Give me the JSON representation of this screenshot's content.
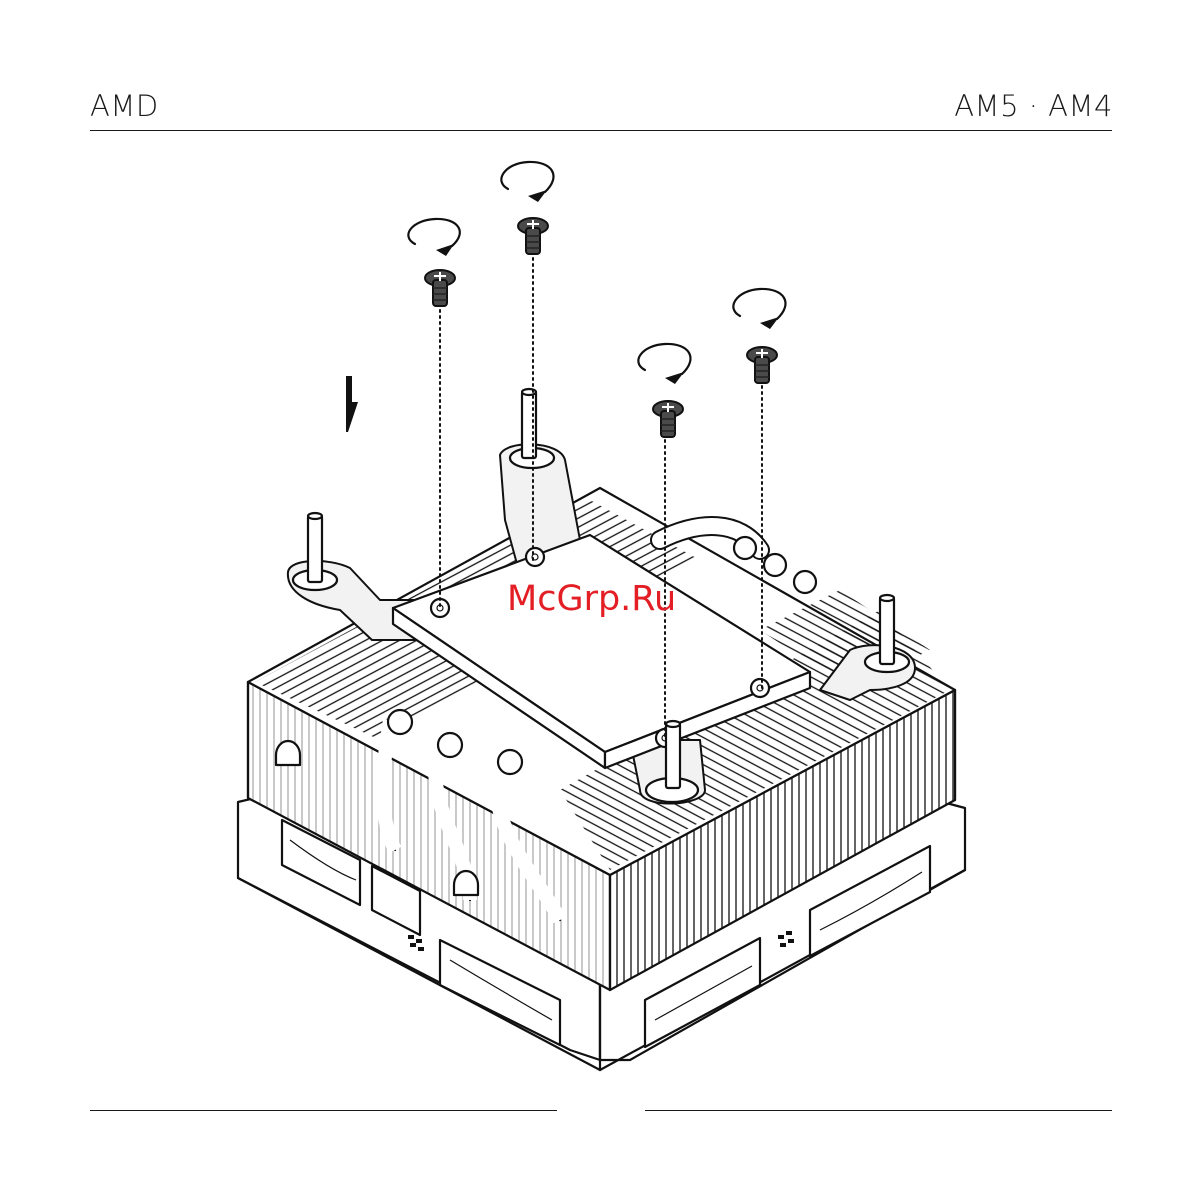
{
  "header": {
    "left_label": "AMD",
    "right_label": "AM5 · AM4"
  },
  "watermark": {
    "text": "McGrp.Ru",
    "color": "#e31e24"
  },
  "illustration": {
    "subject": "CPU cooler heatsink mounting step",
    "screw_count": 4,
    "standoff_count": 4,
    "rotation": "clockwise"
  },
  "colors": {
    "ink": "#111111",
    "background": "#ffffff",
    "screw": "#4a4a4a"
  }
}
